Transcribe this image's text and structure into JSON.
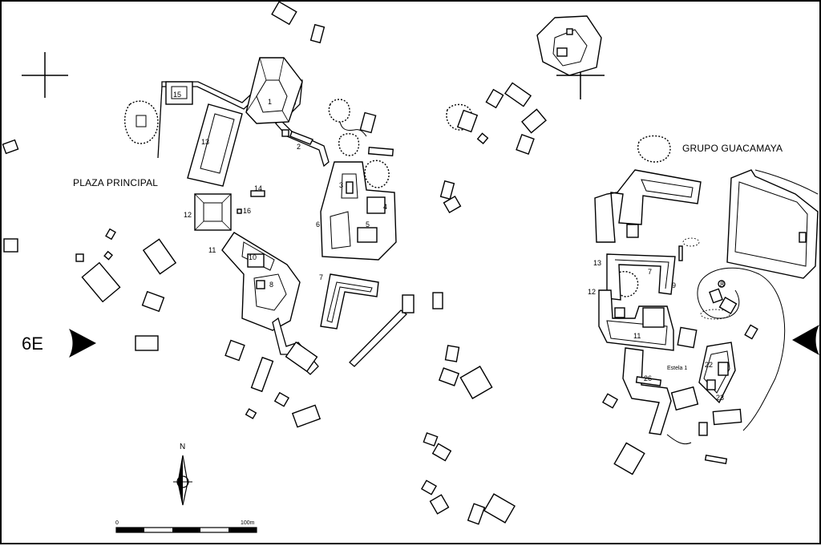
{
  "map": {
    "regions": {
      "plaza_principal": "PLAZA PRINCIPAL",
      "grupo_guacamaya": "GRUPO GUACAMAYA"
    },
    "grid_label": "6E",
    "north_label": "N",
    "scale": {
      "start": "0",
      "end": "100m"
    },
    "estela_label": "Estela 1",
    "structures_west": [
      "15",
      "1",
      "13",
      "2",
      "14",
      "12",
      "16",
      "3",
      "4",
      "6",
      "5",
      "11",
      "10",
      "8",
      "7"
    ],
    "structures_east": [
      "13",
      "7",
      "9",
      "12",
      "8",
      "11",
      "22",
      "26",
      "23"
    ]
  }
}
